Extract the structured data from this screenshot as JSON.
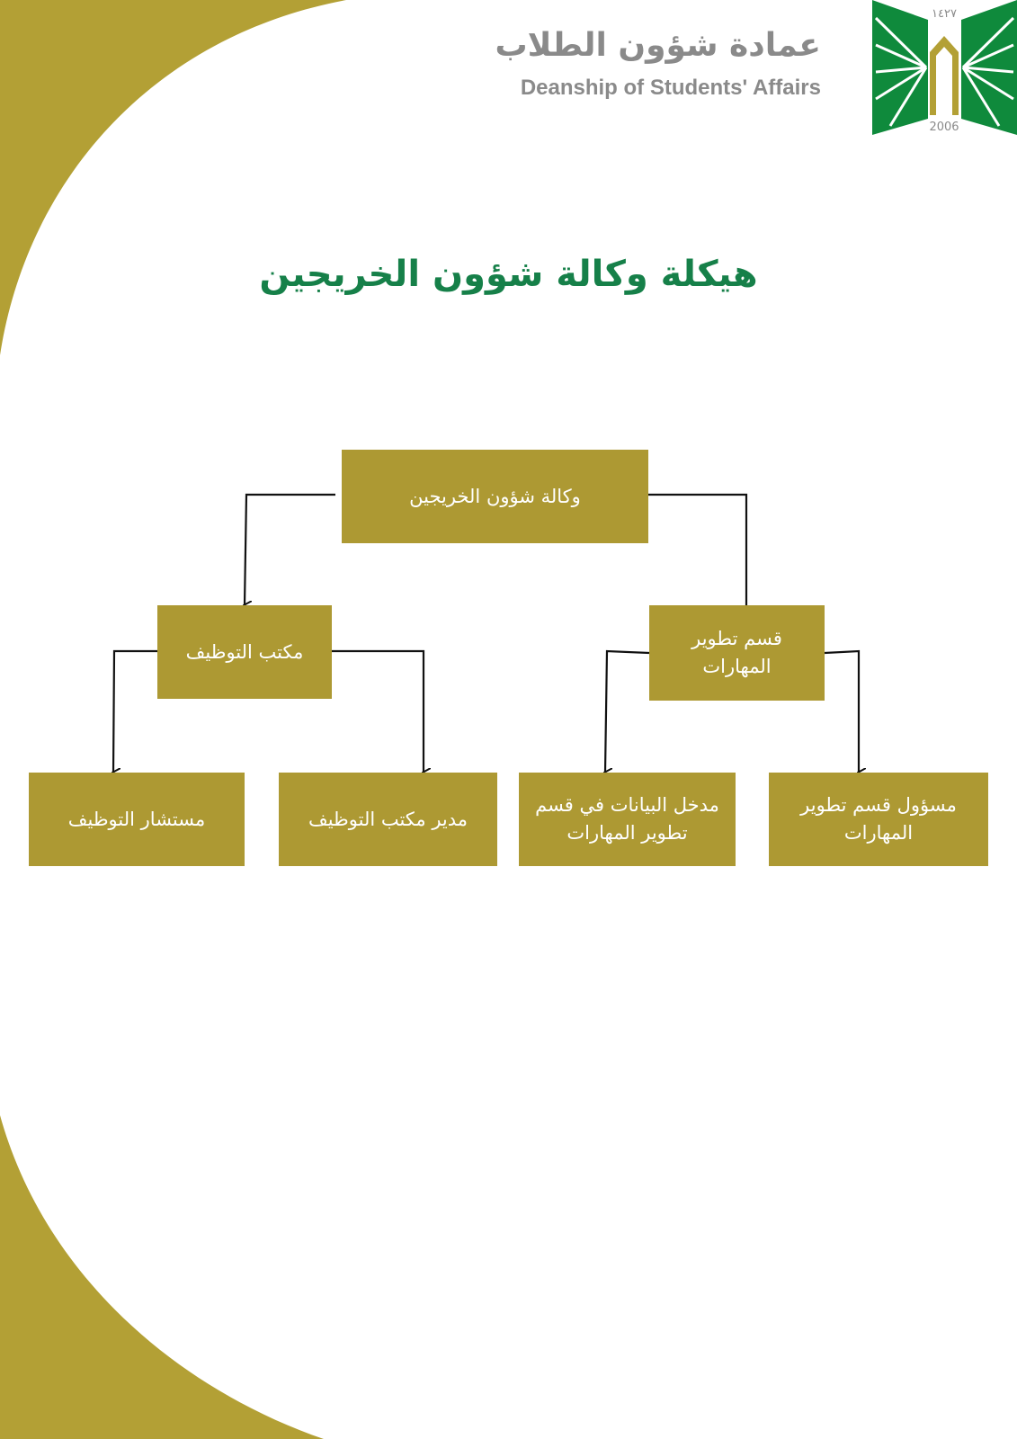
{
  "colors": {
    "gold": "#ad9933",
    "background_shape": "#b3a035",
    "title_green": "#168049",
    "header_gray": "#8a8a8a",
    "logo_green": "#0f8a3c",
    "connector": "#111111"
  },
  "header": {
    "arabic_name": "عمادة شؤون الطلاب",
    "english_name": "Deanship of Students' Affairs",
    "logo": {
      "icon": "university-logo-icon",
      "hijri_year": "١٤٢٧",
      "gregorian_year": "2006"
    }
  },
  "title": "هيكلة وكالة شؤون الخريجين",
  "org_chart": {
    "root": "وكالة شؤون الخريجين",
    "skills_department": "قسم تطوير المهارات",
    "employment_office": "مكتب التوظيف",
    "skills_head": "مسؤول قسم تطوير المهارات",
    "skills_data_entry": "مدخل البيانات في قسم تطوير المهارات",
    "employment_manager": "مدير مكتب التوظيف",
    "employment_consultant": "مستشار التوظيف"
  }
}
